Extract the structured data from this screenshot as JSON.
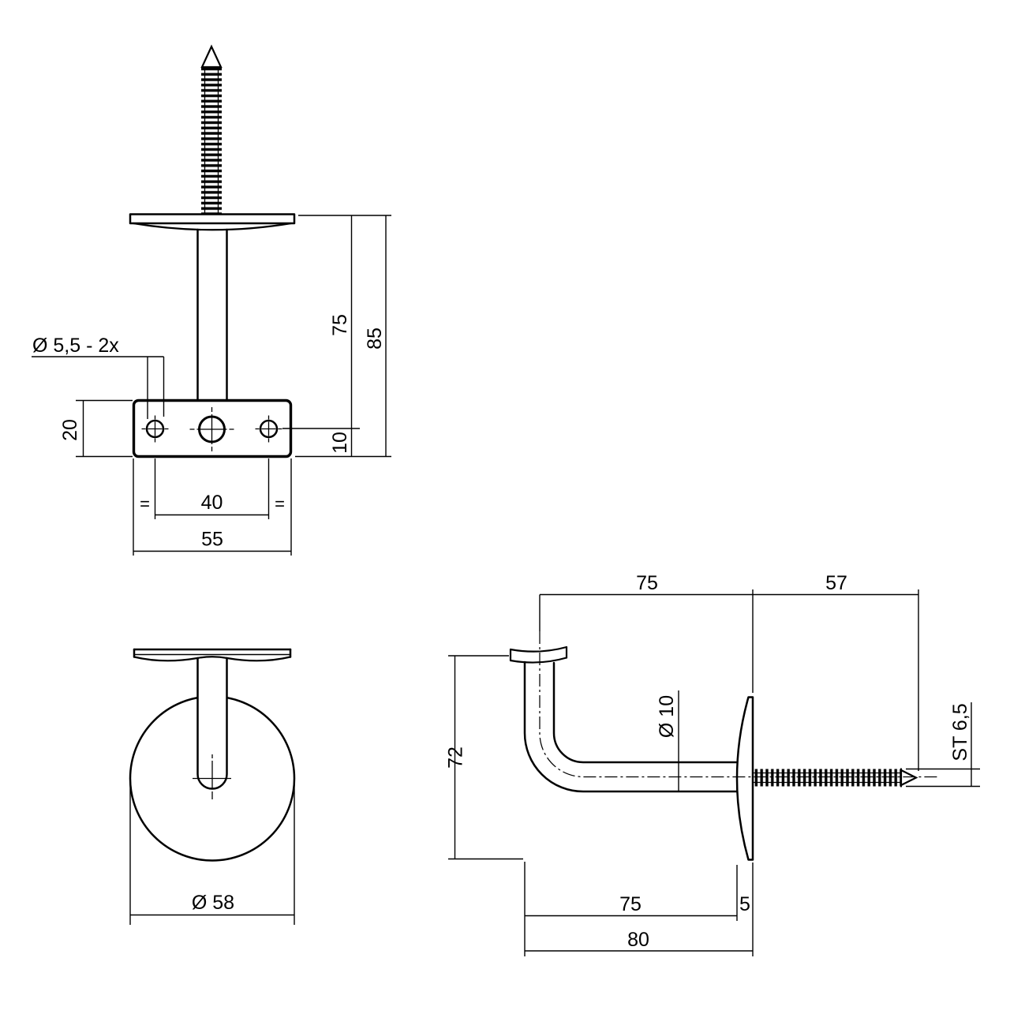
{
  "colors": {
    "line": "#000000",
    "background": "#ffffff"
  },
  "views": {
    "front": {
      "name": "front-view",
      "dims": {
        "hole_callout": "Ø 5,5 - 2x",
        "plate_height": "20",
        "stem_height": "75",
        "total_height": "85",
        "hole_offset": "10",
        "hole_spacing": "40",
        "plate_width": "55",
        "equal_left": "=",
        "equal_right": "="
      }
    },
    "rose": {
      "name": "rose-view",
      "dims": {
        "rose_diameter": "Ø 58"
      }
    },
    "side": {
      "name": "side-view",
      "dims": {
        "reach_to_center": "75",
        "screw_length": "57",
        "overall_height": "72",
        "arm_diameter": "Ø 10",
        "screw_thread": "ST 6,5",
        "reach_to_face": "75",
        "rose_thickness": "5",
        "overall_depth": "80"
      }
    }
  }
}
